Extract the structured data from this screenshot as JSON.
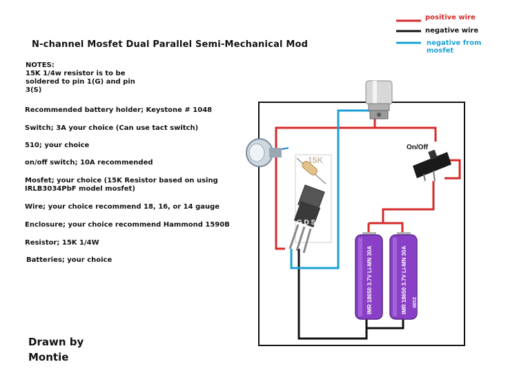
{
  "title": "N-channel Mosfet Dual Parallel Semi-Mechanical Mod",
  "notes": {
    "heading": "NOTES:",
    "lines": [
      "15K 1/4w resistor is to be",
      "soldered to pin 1(G) and pin",
      "3(S)"
    ]
  },
  "specs": [
    "Recommended battery holder; Keystone # 1048",
    "Switch; 3A your choice (Can use tact switch)",
    "510; your choice",
    "on/off switch; 10A recommended",
    "Mosfet; your choice (15K Resistor based on using",
    "IRLB3034PbF model mosfet)",
    "Wire; your choice recommend 18, 16, or 14 gauge",
    "Enclosure; your choice recommend Hammond 1590B",
    "Resistor; 15K 1/4W",
    "Batteries; your choice"
  ],
  "drawn_by": [
    "Drawn by",
    "Montie"
  ],
  "legend": {
    "positive": {
      "label": "positive wire",
      "color": "#d42a2a"
    },
    "negative": {
      "label": "negative wire",
      "color": "#111111"
    },
    "mosfet": {
      "label": "negative from mosfet",
      "color": "#1aa0d6"
    }
  },
  "diagram": {
    "resistor_label": "15K",
    "mosfet_pins": "G D S",
    "switch_label": "On/Off",
    "battery_text": "IMR 18650 3.7V Li-MN 30A",
    "battery_capacity": "2100"
  }
}
